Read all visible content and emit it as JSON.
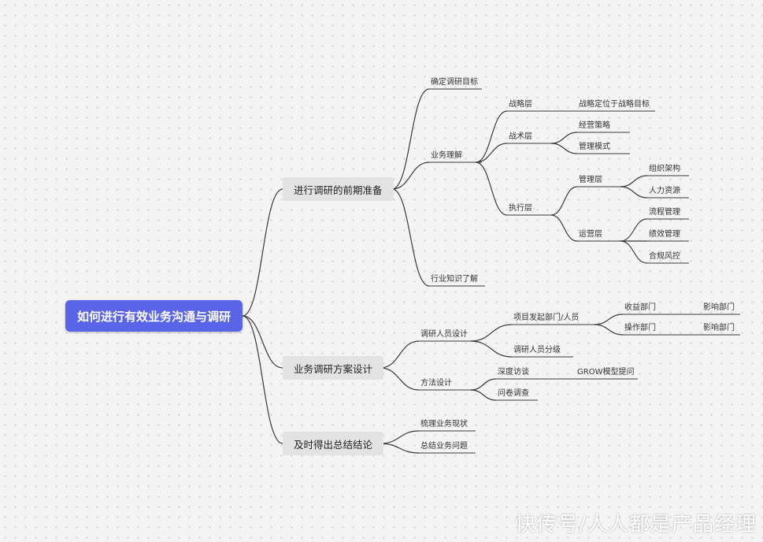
{
  "root": "如何进行有效业务沟通与调研",
  "branches": [
    {
      "label": "进行调研的前期准备",
      "children": [
        {
          "label": "确定调研目标"
        },
        {
          "label": "业务理解",
          "children": [
            {
              "label": "战略层",
              "children": [
                {
                  "label": "战略定位于战略目标"
                }
              ]
            },
            {
              "label": "战术层",
              "children": [
                {
                  "label": "经营策略"
                },
                {
                  "label": "管理模式"
                }
              ]
            },
            {
              "label": "执行层",
              "children": [
                {
                  "label": "管理层",
                  "children": [
                    {
                      "label": "组织架构"
                    },
                    {
                      "label": "人力资源"
                    }
                  ]
                },
                {
                  "label": "运营层",
                  "children": [
                    {
                      "label": "流程管理"
                    },
                    {
                      "label": "绩效管理"
                    },
                    {
                      "label": "合规风控"
                    }
                  ]
                }
              ]
            }
          ]
        },
        {
          "label": "行业知识了解"
        }
      ]
    },
    {
      "label": "业务调研方案设计",
      "children": [
        {
          "label": "调研人员设计",
          "children": [
            {
              "label": "项目发起部门/人员",
              "children": [
                {
                  "label": "收益部门",
                  "children": [
                    {
                      "label": "影响部门"
                    }
                  ]
                },
                {
                  "label": "操作部门",
                  "children": [
                    {
                      "label": "影响部门"
                    }
                  ]
                }
              ]
            },
            {
              "label": "调研人员分级"
            }
          ]
        },
        {
          "label": "方法设计",
          "children": [
            {
              "label": "深度访谈",
              "children": [
                {
                  "label": "GROW模型提问"
                }
              ]
            },
            {
              "label": "问卷调查"
            }
          ]
        }
      ]
    },
    {
      "label": "及时得出总结结论",
      "children": [
        {
          "label": "梳理业务现状"
        },
        {
          "label": "总结业务问题"
        }
      ]
    }
  ],
  "watermark": "快传号/人人都是产品经理",
  "colors": {
    "root_bg": "#5a64e8",
    "main_bg": "#e3e3e3",
    "line": "#3a3a3a"
  }
}
